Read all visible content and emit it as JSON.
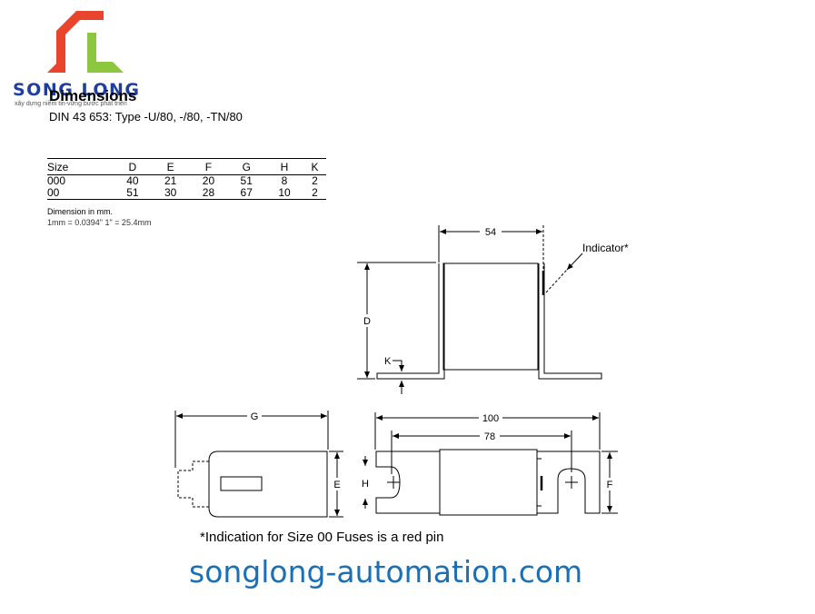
{
  "brand": {
    "name": "SONG LONG",
    "tagline": "xây dựng niềm tin-vững bước phát triển",
    "website": "songlong-automation.com",
    "logo_colors": [
      "#e8452c",
      "#8dc63f"
    ]
  },
  "title": "Dimensions",
  "subtitle": "DIN 43 653: Type -U/80, -/80, -TN/80",
  "table": {
    "headers": [
      "Size",
      "D",
      "E",
      "F",
      "G",
      "H",
      "K"
    ],
    "rows": [
      [
        "000",
        "40",
        "21",
        "20",
        "51",
        "8",
        "2"
      ],
      [
        "00",
        "51",
        "30",
        "28",
        "67",
        "10",
        "2"
      ]
    ]
  },
  "notes": {
    "unit": "Dimension in mm.",
    "conversion": "1mm = 0.0394\"     1\" = 25.4mm"
  },
  "diagram_labels": {
    "width_top": "54",
    "indicator": "Indicator*",
    "height": "D",
    "tag_thickness": "K",
    "side_length": "G",
    "side_height": "E",
    "total_length": "100",
    "hole_spacing": "78",
    "slot_width": "H",
    "blade_height": "F"
  },
  "footnote": "*Indication for Size 00 Fuses is a red pin"
}
